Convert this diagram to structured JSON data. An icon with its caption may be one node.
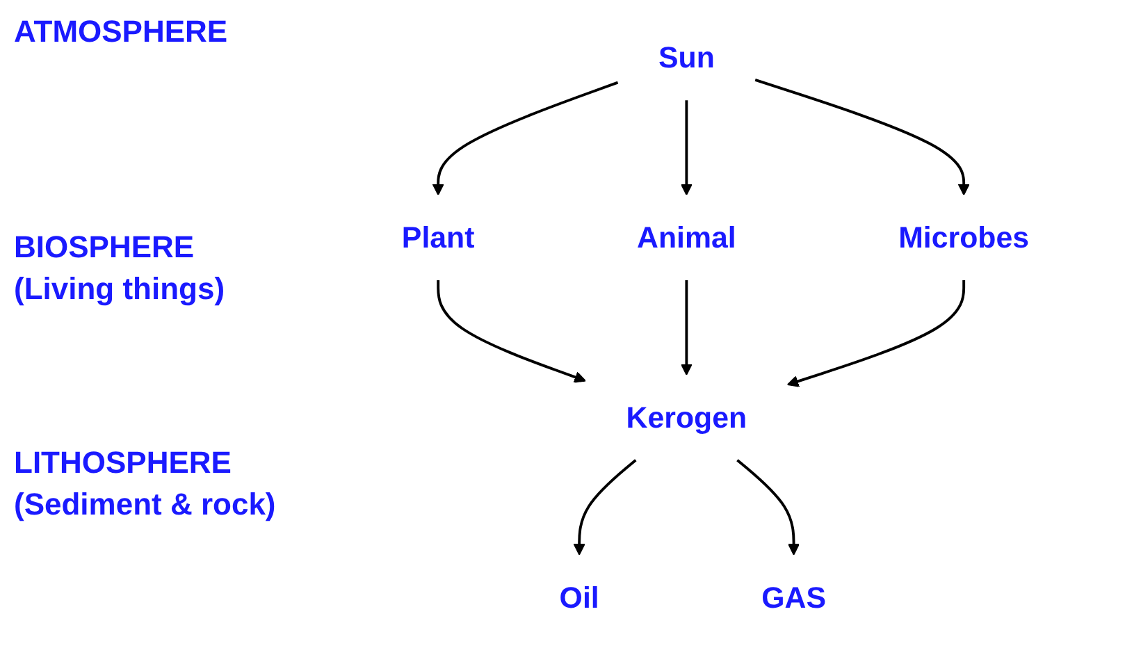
{
  "diagram": {
    "nodes": [
      {
        "text": [
          "Sun"
        ]
      },
      {
        "text": [
          "Plant"
        ]
      },
      {
        "text": [
          "Animal"
        ]
      },
      {
        "text": [
          "Microbes"
        ]
      },
      {
        "text": [
          "Kerogen"
        ]
      },
      {
        "text": [
          "Oil"
        ]
      },
      {
        "text": [
          "GAS"
        ]
      }
    ],
    "edges": [
      {
        "from": 0,
        "to": 1,
        "arrow": "to"
      },
      {
        "from": 0,
        "to": 2,
        "arrow": "to"
      },
      {
        "from": 0,
        "to": 3,
        "arrow": "to"
      },
      {
        "from": 1,
        "to": 4,
        "arrow": "to"
      },
      {
        "from": 2,
        "to": 4,
        "arrow": "to"
      },
      {
        "from": 3,
        "to": 4,
        "arrow": "to"
      },
      {
        "from": 4,
        "to": 5,
        "arrow": "to"
      },
      {
        "from": 4,
        "to": 6,
        "arrow": "to"
      }
    ],
    "labels": [
      "ATMOSPHERE",
      "BIOSPHERE",
      "(Living things)",
      "LITHOSPHERE",
      "(Sediment & rock)"
    ]
  }
}
